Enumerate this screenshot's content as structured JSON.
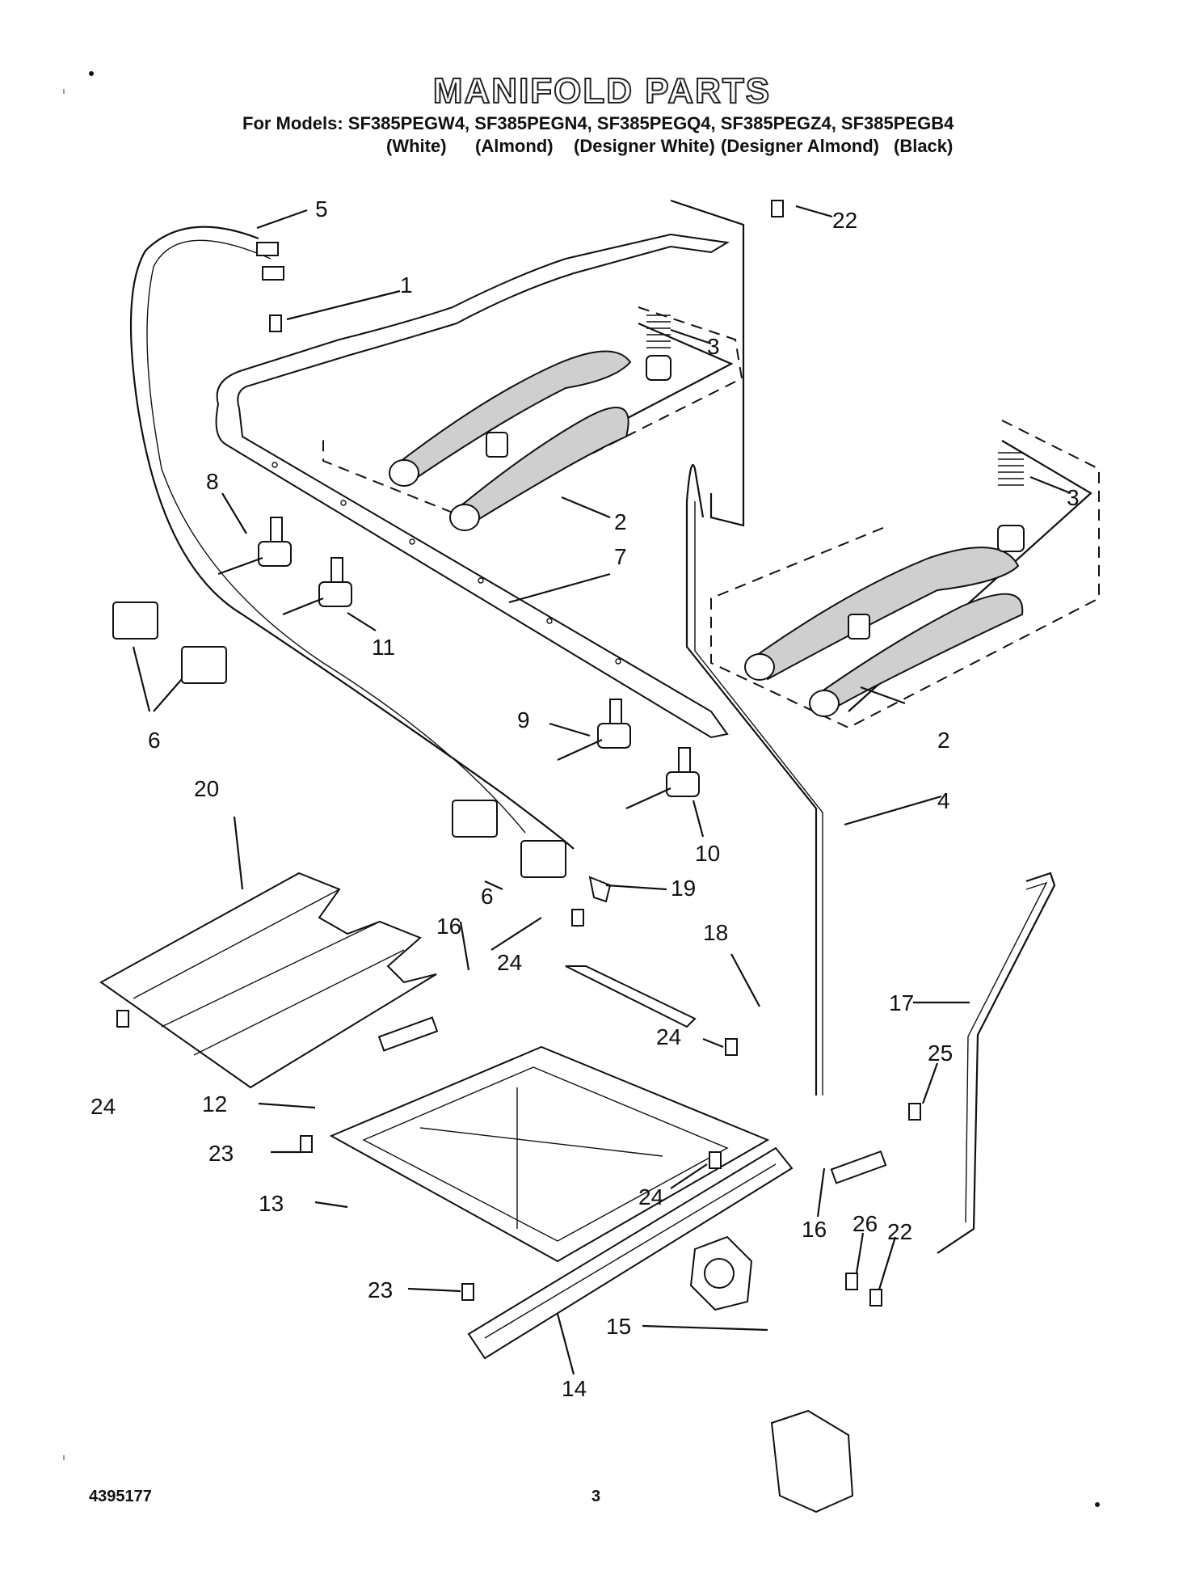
{
  "title": "MANIFOLD PARTS",
  "models_line": "For Models: SF385PEGW4, SF385PEGN4, SF385PEGQ4, SF385PEGZ4, SF385PEGB4",
  "colors": [
    "(White)",
    "(Almond)",
    "(Designer White)",
    "(Designer Almond)",
    "(Black)"
  ],
  "footer": {
    "doc_number": "4395177",
    "page_number": "3"
  },
  "callouts": [
    {
      "id": "c5a",
      "label": "5"
    },
    {
      "id": "c22a",
      "label": "22"
    },
    {
      "id": "c1",
      "label": "1"
    },
    {
      "id": "c3a",
      "label": "3"
    },
    {
      "id": "c3b",
      "label": "3"
    },
    {
      "id": "c8",
      "label": "8"
    },
    {
      "id": "c2a",
      "label": "2"
    },
    {
      "id": "c7",
      "label": "7"
    },
    {
      "id": "c11",
      "label": "11"
    },
    {
      "id": "c6a",
      "label": "6"
    },
    {
      "id": "c9",
      "label": "9"
    },
    {
      "id": "c2b",
      "label": "2"
    },
    {
      "id": "c20",
      "label": "20"
    },
    {
      "id": "c4",
      "label": "4"
    },
    {
      "id": "c10",
      "label": "10"
    },
    {
      "id": "c19",
      "label": "19"
    },
    {
      "id": "c6b",
      "label": "6"
    },
    {
      "id": "c16a",
      "label": "16"
    },
    {
      "id": "c18",
      "label": "18"
    },
    {
      "id": "c24a",
      "label": "24"
    },
    {
      "id": "c17",
      "label": "17"
    },
    {
      "id": "c24b",
      "label": "24"
    },
    {
      "id": "c25",
      "label": "25"
    },
    {
      "id": "c24c",
      "label": "24"
    },
    {
      "id": "c12",
      "label": "12"
    },
    {
      "id": "c23a",
      "label": "23"
    },
    {
      "id": "c24d",
      "label": "24"
    },
    {
      "id": "c16b",
      "label": "16"
    },
    {
      "id": "c13",
      "label": "13"
    },
    {
      "id": "c26",
      "label": "26"
    },
    {
      "id": "c22b",
      "label": "22"
    },
    {
      "id": "c23b",
      "label": "23"
    },
    {
      "id": "c15",
      "label": "15"
    },
    {
      "id": "c14",
      "label": "14"
    }
  ]
}
